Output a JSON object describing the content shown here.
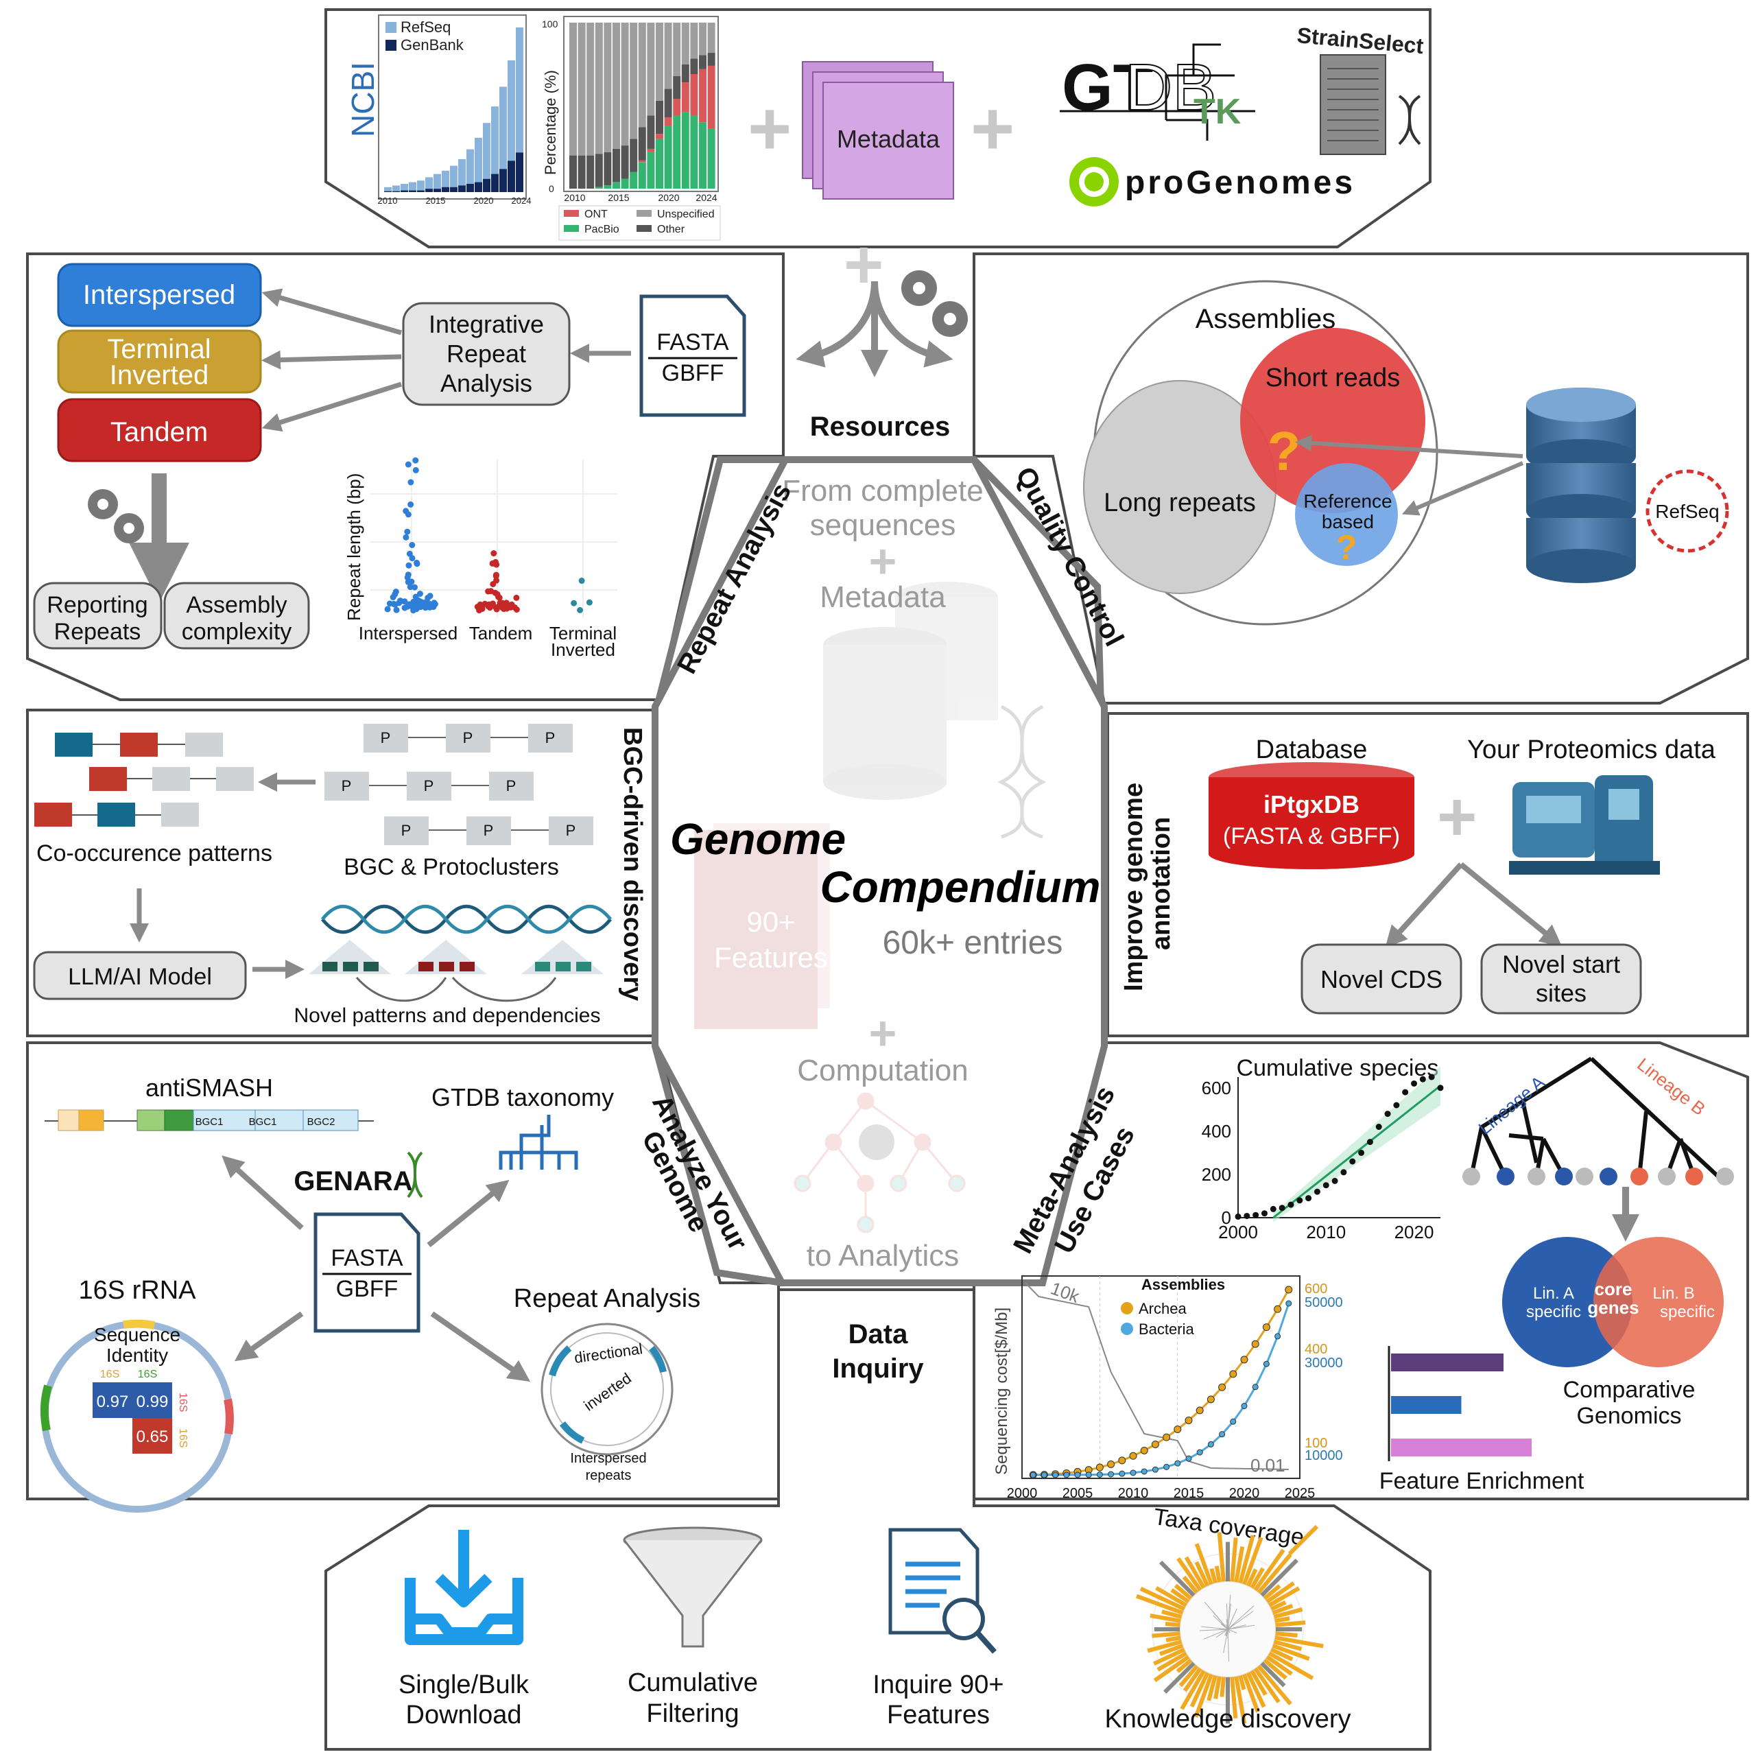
{
  "center": {
    "l1": "From complete",
    "l2": "sequences",
    "l3": "Metadata",
    "title1": "Genome",
    "title2": "Compendium",
    "entries": "60k+ entries",
    "features1": "90+",
    "features2": "Features",
    "l4": "Computation",
    "l5": "to Analytics"
  },
  "resources": {
    "label": "Resources",
    "ncbi": "NCBI",
    "legend_refseq": "RefSeq",
    "legend_genbank": "GenBank",
    "bar_ticks": [
      "2010",
      "2015",
      "2020",
      "2024"
    ],
    "metadata": "Metadata",
    "gtdb1": "GT",
    "gtdb2": "DB",
    "tk": "TK",
    "strainselect": "StrainSelect",
    "progenomes": "proGenomes",
    "pct_ylabel": "Percentage (%)",
    "pct_ticks_y": [
      "0",
      "100"
    ],
    "pct_ticks_x": [
      "2010",
      "2015",
      "2020",
      "2024"
    ],
    "pct_legend": [
      "ONT",
      "PacBio",
      "Unspecified",
      "Other"
    ],
    "colors": {
      "refseq": "#8ab3dc",
      "genbank": "#11275b",
      "ont": "#d9595a",
      "pacbio": "#33b571",
      "unspecified": "#9e9e9e",
      "other": "#555555",
      "metadata": "#d4a6e3"
    }
  },
  "repeat": {
    "section_title": "Repeat Analysis",
    "interspersed": "Interspersed",
    "terminal1": "Terminal",
    "terminal2": "Inverted",
    "tandem": "Tandem",
    "integrative1": "Integrative",
    "integrative2": "Repeat",
    "integrative3": "Analysis",
    "fasta": "FASTA",
    "gbff": "GBFF",
    "reporting1": "Reporting",
    "reporting2": "Repeats",
    "assembly1": "Assembly",
    "assembly2": "complexity",
    "plot_ylabel": "Repeat length (bp)",
    "plot_x": [
      "Interspersed",
      "Tandem",
      "Terminal",
      "Inverted"
    ]
  },
  "quality": {
    "section_title": "Quality Control",
    "assemblies": "Assemblies",
    "short_reads": "Short reads",
    "long_repeats": "Long repeats",
    "ref1": "Reference",
    "ref2": "based",
    "q": "?",
    "refseq": "RefSeq"
  },
  "bgc": {
    "section_title": "BGC-driven discovery",
    "cooccurence": "Co-occurence patterns",
    "protoclusters": "BGC & Protoclusters",
    "p": "P",
    "llm": "LLM/AI Model",
    "novel": "Novel patterns and dependencies"
  },
  "annotation": {
    "section_title1": "Improve genome",
    "section_title2": "annotation",
    "database": "Database",
    "proteomics": "Your Proteomics data",
    "iptgxdb": "iPtgxDB",
    "fasta_gbff": "(FASTA & GBFF)",
    "novel_cds": "Novel CDS",
    "novel_start1": "Novel start",
    "novel_start2": "sites"
  },
  "analyze": {
    "section_title1": "Analyze Your",
    "section_title2": "Genome",
    "antismash": "antiSMASH",
    "bgc_labels": [
      "BGC1",
      "BGC1",
      "BGC2"
    ],
    "gtdb_tax": "GTDB taxonomy",
    "genara": "GENARA",
    "fasta": "FASTA",
    "gbff": "GBFF",
    "rrna": "16S rRNA",
    "seq1": "Sequence",
    "seq2": "Identity",
    "s16": "16S",
    "vals": [
      "0.97",
      "0.99",
      "0.65"
    ],
    "repeat_analysis": "Repeat Analysis",
    "directional": "directional",
    "inverted": "inverted",
    "inter1": "Interspersed",
    "inter2": "repeats"
  },
  "meta": {
    "section_title1": "Meta-Analysis",
    "section_title2": "Use Cases",
    "cum_species": "Cumulative species",
    "lineage_a": "Lineage A",
    "lineage_b": "Lineage B",
    "lin_a1": "Lin. A",
    "lin_a2": "specific",
    "core1": "core",
    "core2": "genes",
    "lin_b1": "Lin. B",
    "lin_b2": "specific",
    "comparative1": "Comparative",
    "comparative2": "Genomics",
    "feature_enrichment": "Feature Enrichment",
    "cost_ylabel": "Sequencing cost[$/Mb]",
    "cost_top": "10k",
    "cost_bottom": "0.01",
    "assemblies": "Assemblies",
    "archea": "Archea",
    "bacteria": "Bacteria",
    "right_axis_orange": [
      "600",
      "400",
      "100"
    ],
    "right_axis_blue": [
      "50000",
      "30000",
      "10000"
    ],
    "cost_x": [
      "2000",
      "2005",
      "2010",
      "2015",
      "2020",
      "2025"
    ],
    "colors": {
      "archea": "#e3a21a",
      "bacteria": "#4fa8dc",
      "lineage_a": "#2b57a8",
      "lineage_b": "#e8674b"
    }
  },
  "inquiry": {
    "l1": "Data",
    "l2": "Inquiry",
    "download1": "Single/Bulk",
    "download2": "Download",
    "filter1": "Cumulative",
    "filter2": "Filtering",
    "inquire1": "Inquire 90+",
    "inquire2": "Features",
    "taxa": "Taxa coverage",
    "knowledge": "Knowledge discovery"
  },
  "chart_data": [
    {
      "type": "bar",
      "legend": [
        "RefSeq",
        "GenBank"
      ],
      "x": [
        "2010",
        "2015",
        "2020",
        "2024"
      ],
      "series": [
        {
          "name": "RefSeq",
          "values": [
            3,
            4,
            5,
            6,
            7,
            9,
            11,
            13,
            16,
            20,
            26,
            33,
            42,
            52,
            64,
            80,
            100
          ]
        },
        {
          "name": "GenBank",
          "values": [
            0.5,
            0.5,
            1,
            1,
            1,
            2,
            2,
            3,
            3,
            4,
            5,
            6,
            8,
            11,
            14,
            19,
            24
          ]
        }
      ]
    },
    {
      "type": "bar",
      "ylabel": "Percentage (%)",
      "ylim": [
        0,
        100
      ],
      "x": [
        "2010",
        "2015",
        "2020",
        "2024"
      ],
      "series": [
        {
          "name": "ONT",
          "values": [
            0,
            0,
            0,
            0,
            0,
            0,
            0,
            0,
            1,
            2,
            3,
            5,
            10,
            18,
            25,
            32,
            38
          ]
        },
        {
          "name": "PacBio",
          "values": [
            0,
            0,
            0,
            1,
            2,
            4,
            6,
            10,
            16,
            22,
            30,
            38,
            44,
            46,
            44,
            40,
            36
          ]
        }
      ]
    },
    {
      "type": "scatter",
      "title": "Cumulative species",
      "x": [
        2000,
        2001,
        2002,
        2003,
        2004,
        2005,
        2006,
        2007,
        2008,
        2009,
        2010,
        2011,
        2012,
        2013,
        2014,
        2015,
        2016,
        2017,
        2018,
        2019,
        2020,
        2021,
        2022,
        2023
      ],
      "y": [
        5,
        8,
        12,
        20,
        40,
        45,
        60,
        80,
        90,
        120,
        150,
        170,
        210,
        260,
        300,
        350,
        420,
        480,
        520,
        580,
        620,
        640,
        650,
        600
      ],
      "ylim": [
        0,
        650
      ],
      "xlim": [
        2000,
        2023
      ]
    },
    {
      "type": "bar",
      "title": "Feature Enrichment",
      "values": [
        0.8,
        0.5,
        1.0
      ]
    }
  ]
}
